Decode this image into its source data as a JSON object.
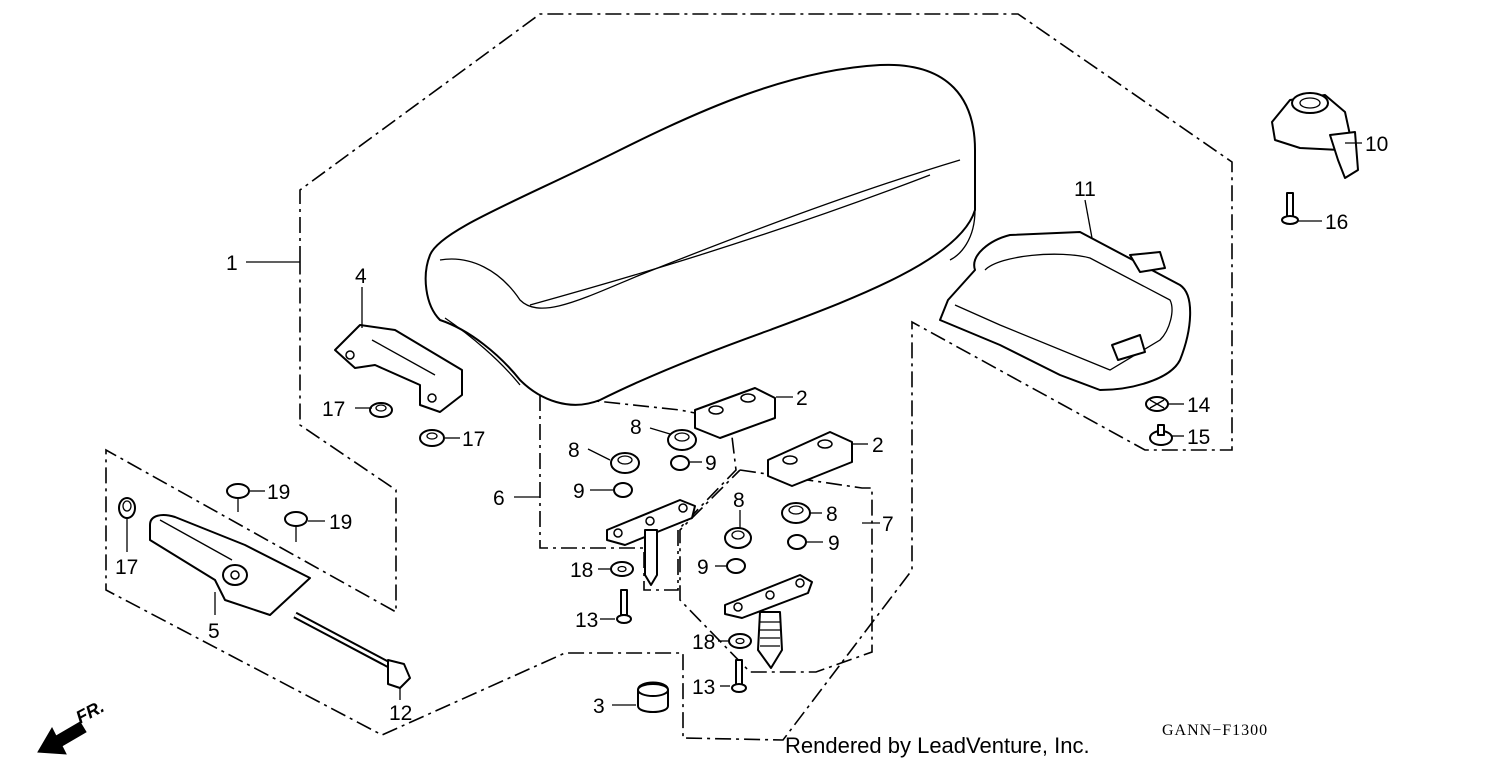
{
  "callouts": [
    {
      "id": "1",
      "text": "1"
    },
    {
      "id": "2a",
      "text": "2"
    },
    {
      "id": "2b",
      "text": "2"
    },
    {
      "id": "3",
      "text": "3"
    },
    {
      "id": "4",
      "text": "4"
    },
    {
      "id": "5",
      "text": "5"
    },
    {
      "id": "6",
      "text": "6"
    },
    {
      "id": "7",
      "text": "7"
    },
    {
      "id": "8a",
      "text": "8"
    },
    {
      "id": "8b",
      "text": "8"
    },
    {
      "id": "8c",
      "text": "8"
    },
    {
      "id": "8d",
      "text": "8"
    },
    {
      "id": "9a",
      "text": "9"
    },
    {
      "id": "9b",
      "text": "9"
    },
    {
      "id": "9c",
      "text": "9"
    },
    {
      "id": "9d",
      "text": "9"
    },
    {
      "id": "10",
      "text": "10"
    },
    {
      "id": "11",
      "text": "11"
    },
    {
      "id": "12",
      "text": "12"
    },
    {
      "id": "13a",
      "text": "13"
    },
    {
      "id": "13b",
      "text": "13"
    },
    {
      "id": "14",
      "text": "14"
    },
    {
      "id": "15",
      "text": "15"
    },
    {
      "id": "16",
      "text": "16"
    },
    {
      "id": "17a",
      "text": "17"
    },
    {
      "id": "17b",
      "text": "17"
    },
    {
      "id": "17c",
      "text": "17"
    },
    {
      "id": "18a",
      "text": "18"
    },
    {
      "id": "18b",
      "text": "18"
    },
    {
      "id": "19a",
      "text": "19"
    },
    {
      "id": "19b",
      "text": "19"
    }
  ],
  "front_label": "FR.",
  "credit": "Rendered by LeadVenture, Inc.",
  "diagram_code": "GANN−F1300"
}
